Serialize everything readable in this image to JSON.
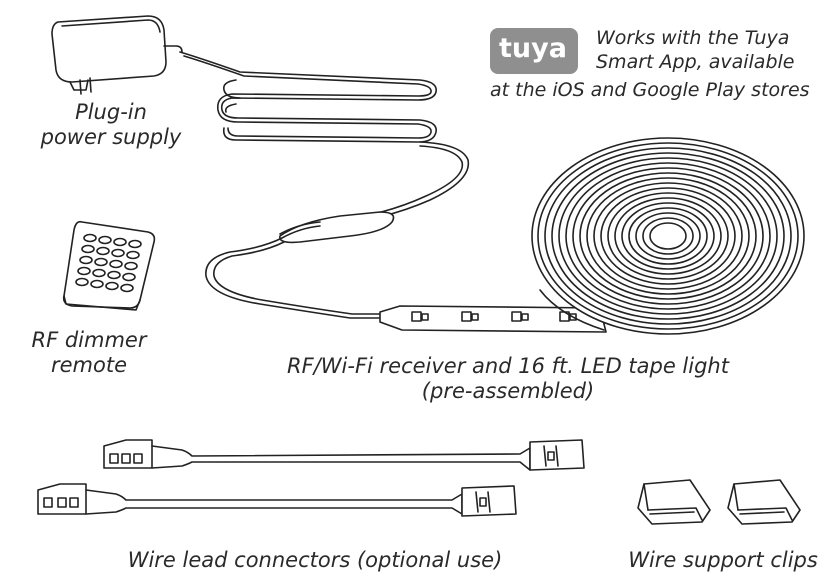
{
  "captions": {
    "power_supply": [
      "Plug-in",
      "power supply"
    ],
    "remote": [
      "RF dimmer",
      "remote"
    ],
    "receiver": [
      "RF/Wi-Fi receiver and 16 ft. LED tape light",
      "(pre-assembled)"
    ],
    "connectors": "Wire lead connectors (optional use)",
    "clips": "Wire support clips"
  },
  "tuya": {
    "logo_text": "tuya",
    "lines": [
      "Works with the Tuya",
      "Smart App, available",
      "at the iOS and Google Play stores"
    ]
  },
  "colors": {
    "stroke": "#222222",
    "logo_bg": "#8f8f8f",
    "text": "#2a2a2a"
  }
}
